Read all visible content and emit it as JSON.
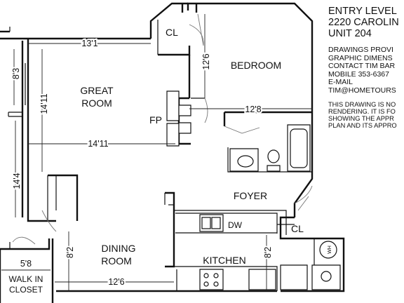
{
  "title_block": {
    "title_lines": [
      "ENTRY LEVEL",
      "2220 CAROLIN",
      "UNIT 204"
    ],
    "contact_lines": [
      "DRAWINGS PROVI",
      "GRAPHIC DIMENS",
      "CONTACT TIM BAR",
      "MOBILE 353-6367",
      "E-MAIL",
      "TIM@HOMETOURS"
    ],
    "disclaimer_lines": [
      "THIS DRAWING IS NO",
      "RENDERING. IT IS FO",
      "SHOWING THE APPR",
      "PLAN AND ITS APPRO"
    ]
  },
  "rooms": {
    "great_room_line1": "GREAT",
    "great_room_line2": "ROOM",
    "bedroom": "BEDROOM",
    "foyer": "FOYER",
    "dining_line1": "DINING",
    "dining_line2": "ROOM",
    "kitchen": "KITCHEN",
    "fireplace": "FP",
    "closet_bedroom": "CL",
    "closet_foyer": "CL",
    "walk_in_line1": "WALK IN",
    "walk_in_line2": "CLOSET",
    "dishwasher": "DW",
    "water_heater": "WH"
  },
  "dimensions": {
    "great_room_width": "13'1",
    "great_room_length": "14'11",
    "great_room_width_lower": "14'11",
    "bedroom_length": "12'6",
    "bedroom_width": "12'8",
    "left_upper": "8'3",
    "left_lower": "14'4",
    "dining_length": "8'2",
    "kitchen_length": "8'2",
    "dining_width": "12'6",
    "closet_width": "5'8"
  }
}
